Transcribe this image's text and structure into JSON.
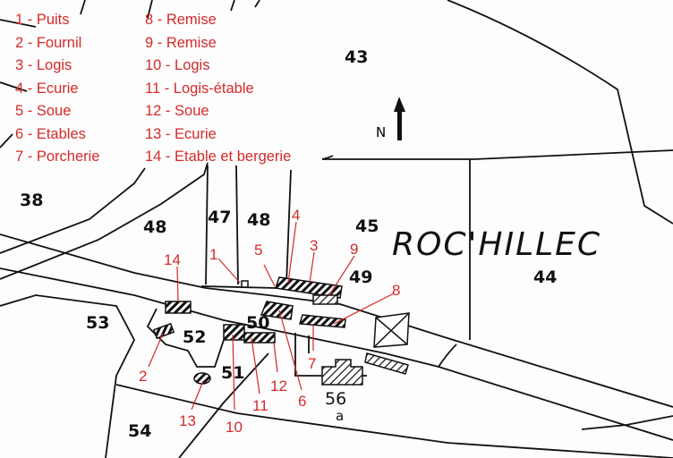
{
  "legend": {
    "col1": [
      "1 - Puits",
      "2 - Fournil",
      "3 - Logis",
      "4 - Ecurie",
      "5 - Soue",
      "6 - Etables",
      "7 - Porcherie"
    ],
    "col2": [
      "8 - Remise",
      "9 - Remise",
      "10 - Logis",
      "11 - Logis-étable",
      "12 - Soue",
      "13 - Ecurie",
      "14 - Etable et bergerie"
    ]
  },
  "place_name": "ROC'HILLEC",
  "north_label": "N",
  "parcels": [
    "43",
    "38",
    "48",
    "47",
    "48",
    "45",
    "44",
    "49",
    "50",
    "51",
    "52",
    "53",
    "54",
    "56",
    "a"
  ],
  "building_labels": [
    "1",
    "2",
    "3",
    "4",
    "5",
    "6",
    "7",
    "8",
    "9",
    "10",
    "11",
    "12",
    "13",
    "14"
  ],
  "colors": {
    "label_red": "#d42a2a",
    "ink": "#111111"
  }
}
